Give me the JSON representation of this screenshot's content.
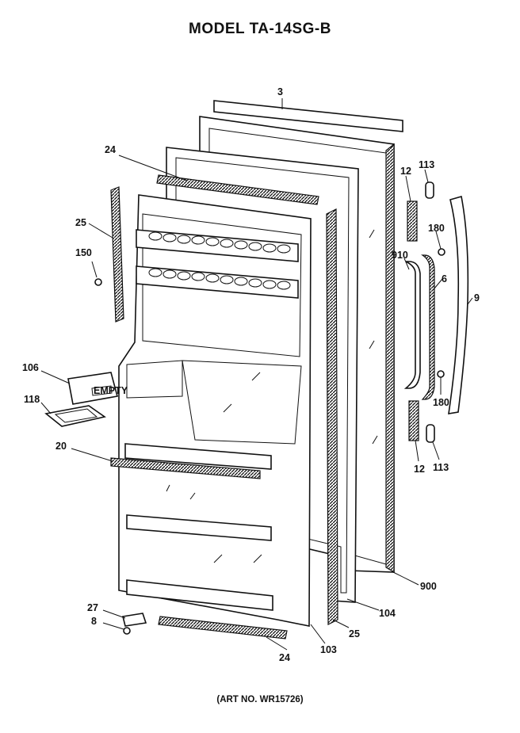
{
  "title": "MODEL TA-14SG-B",
  "art_no": "(ART NO. WR15726)",
  "callouts": {
    "c3": "3",
    "c24_top": "24",
    "c25_left": "25",
    "c150": "150",
    "c106": "106",
    "c118": "118",
    "c20": "20",
    "c27": "27",
    "c8": "8",
    "c24_bottom": "24",
    "c103": "103",
    "c25_bottom": "25",
    "c104": "104",
    "c900": "900",
    "c12_top": "12",
    "c113_top": "113",
    "c180_top": "180",
    "c910": "910",
    "c6": "6",
    "c9": "9",
    "c180_bottom": "180",
    "c12_bottom": "12",
    "c113_bottom": "113"
  },
  "part_labels": {
    "bin_label": "EMPTY"
  }
}
